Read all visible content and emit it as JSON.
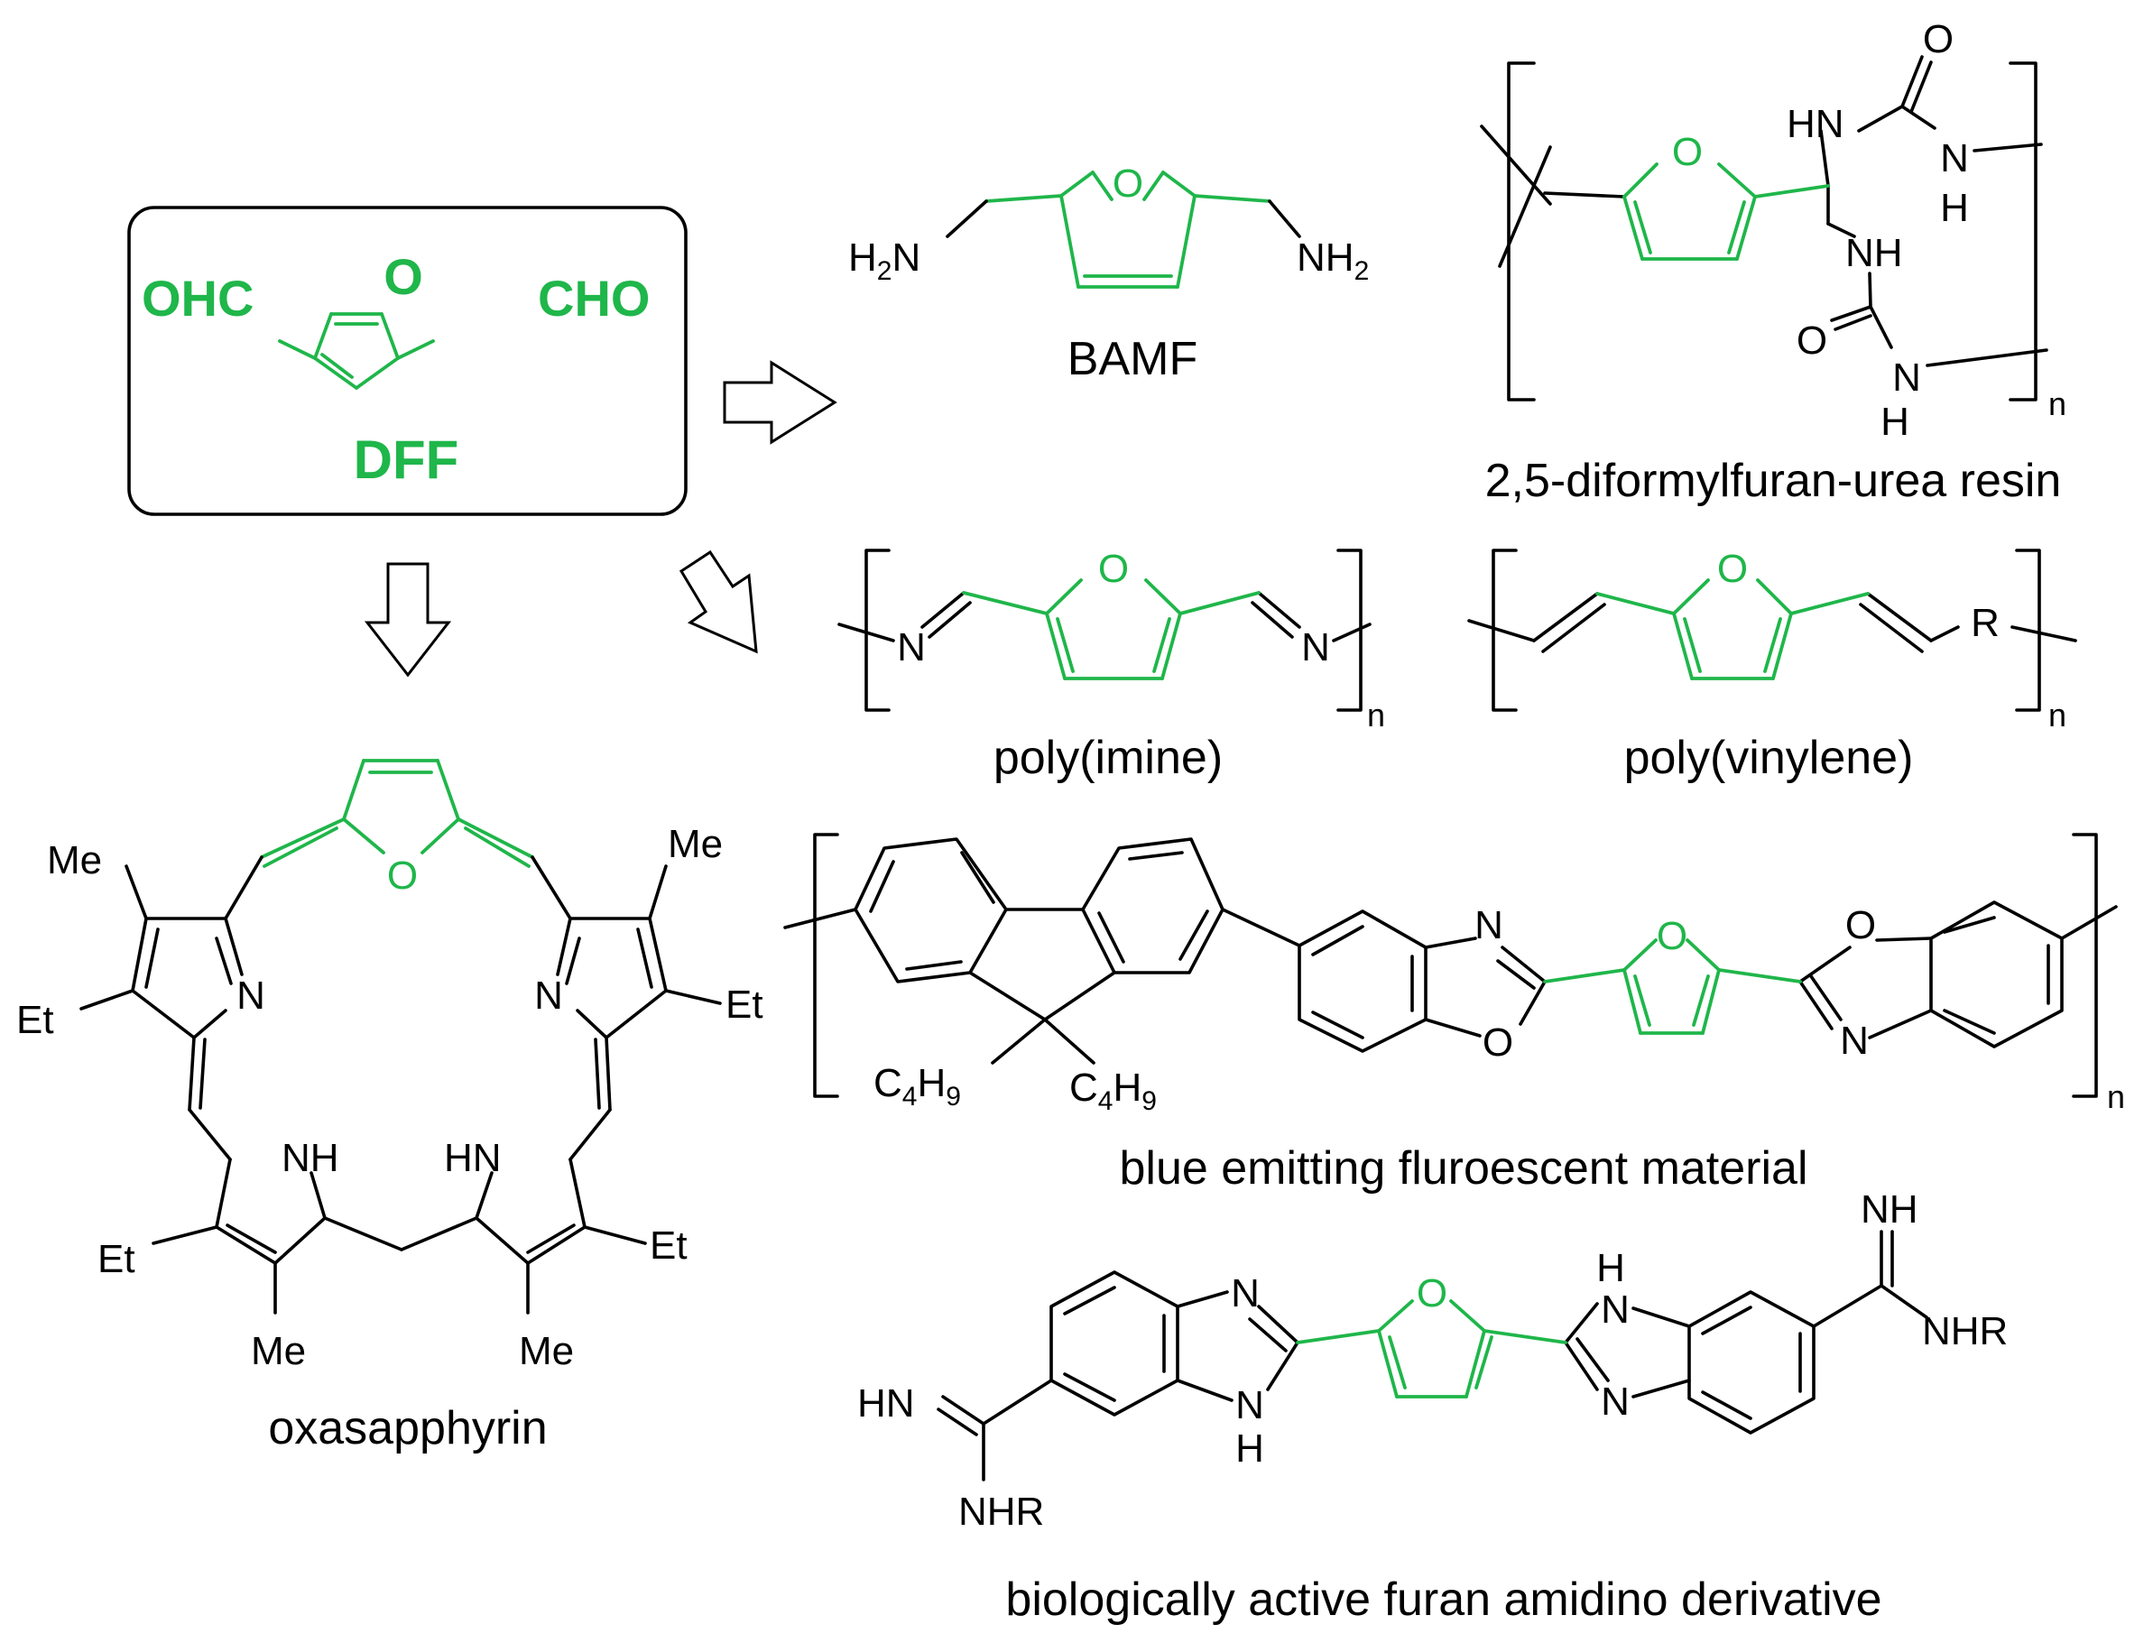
{
  "start": {
    "name": "DFF",
    "left_group": "OHC",
    "right_group": "CHO",
    "ring_atom": "O"
  },
  "products": {
    "bamf": {
      "name": "BAMF",
      "left": "H2N",
      "right": "NH2",
      "ring_atom": "O"
    },
    "urea_resin": {
      "name": "2,5-diformylfuran-urea resin",
      "ring_atom": "O",
      "top_nh": "HN",
      "carbonyl_o_top": "O",
      "n_right": "N",
      "h_right": "H",
      "nh_mid": "NH",
      "carbonyl_o_bottom": "O",
      "n_bottom": "N",
      "h_bottom": "H",
      "repeat": "n"
    },
    "polyimine": {
      "name": "poly(imine)",
      "ring_atom": "O",
      "n_left": "N",
      "n_right": "N",
      "repeat": "n"
    },
    "polyvinylene": {
      "name": "poly(vinylene)",
      "ring_atom": "O",
      "r_group": "R",
      "repeat": "n"
    },
    "oxasapphyrin": {
      "name": "oxasapphyrin",
      "furan_o": "O",
      "me": "Me",
      "et": "Et",
      "n": "N",
      "nh": "NH",
      "hn": "HN"
    },
    "fluorescent": {
      "name": "blue emitting fluroescent material",
      "alkyl": "C4H9",
      "ring_atom": "O",
      "n": "N",
      "o": "O",
      "repeat": "n"
    },
    "amidino": {
      "name": "biologically active furan amidino derivative",
      "ring_atom": "O",
      "n": "N",
      "h": "H",
      "imine_left": "HN",
      "imine_right": "NH",
      "nhr": "NHR"
    }
  }
}
